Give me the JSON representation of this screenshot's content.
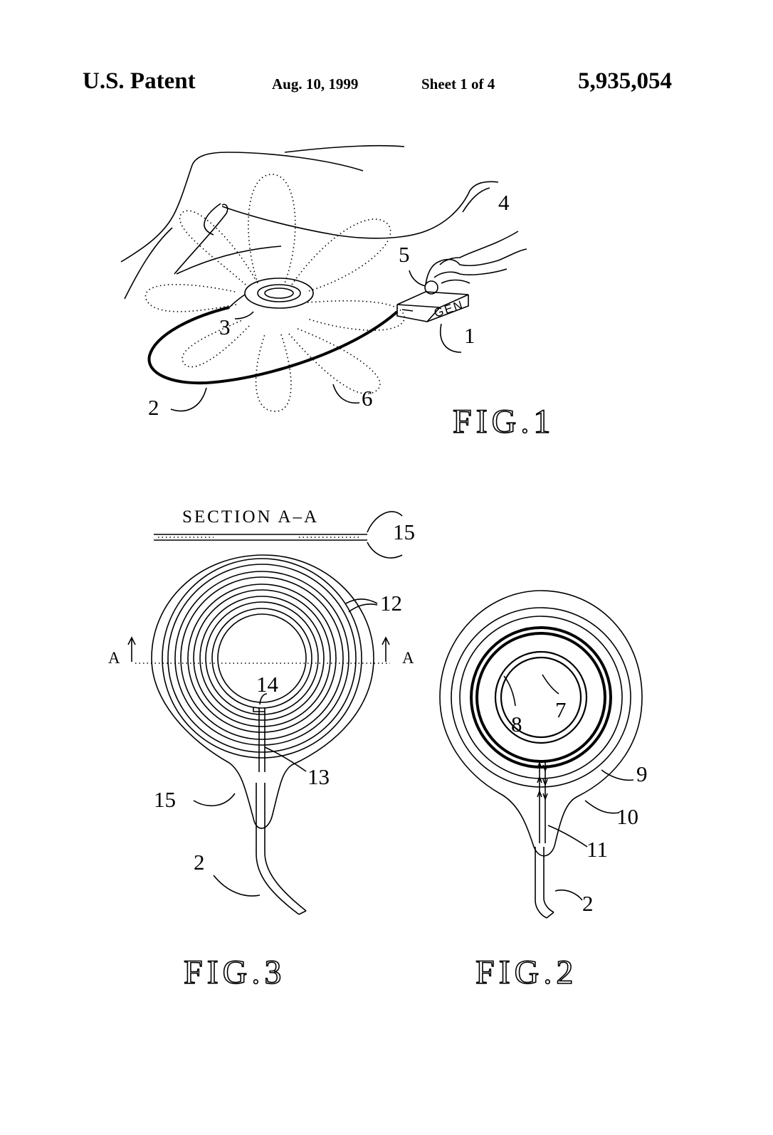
{
  "header": {
    "left": "U.S. Patent",
    "date": "Aug. 10, 1999",
    "sheet": "Sheet 1 of 4",
    "number": "5,935,054"
  },
  "fig1": {
    "caption": "FIG.1",
    "device_text": "GEN",
    "refs": {
      "r1": "1",
      "r2": "2",
      "r3": "3",
      "r4": "4",
      "r5": "5",
      "r6": "6"
    }
  },
  "fig3": {
    "caption": "FIG.3",
    "section_title": "SECTION A–A",
    "section_marker_left": "A",
    "section_marker_right": "A",
    "refs": {
      "r15_top": "15",
      "r12": "12",
      "r14": "14",
      "r13": "13",
      "r15": "15",
      "r2": "2"
    }
  },
  "fig2": {
    "caption": "FIG.2",
    "refs": {
      "r7": "7",
      "r8": "8",
      "r9": "9",
      "r10": "10",
      "r11": "11",
      "r2": "2"
    }
  }
}
